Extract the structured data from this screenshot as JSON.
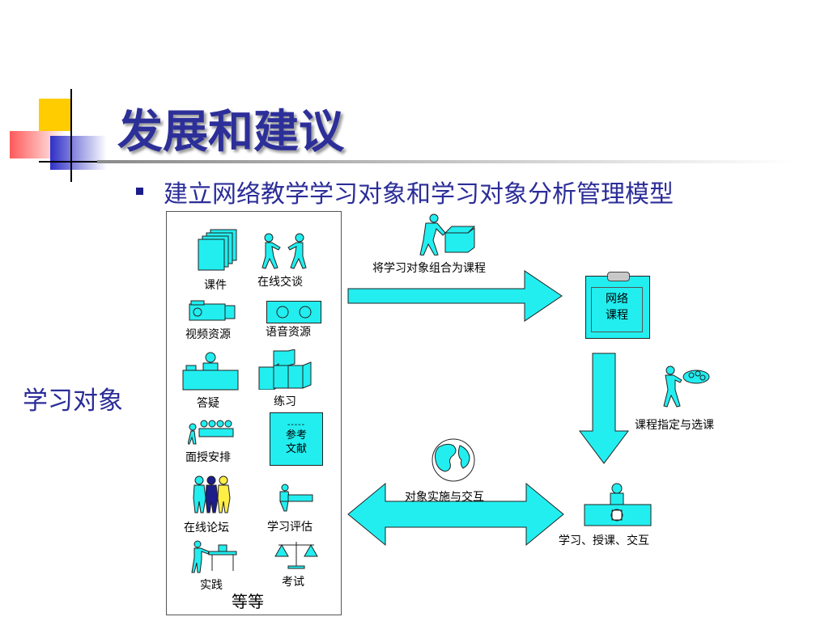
{
  "header": {
    "title": "发展和建议",
    "subtitle": "建立网络教学学习对象和学习对象分析管理模型"
  },
  "side_label": "学习对象",
  "objects": {
    "courseware": "课件",
    "online_chat": "在线交谈",
    "video": "视频资源",
    "audio": "语音资源",
    "qa": "答疑",
    "practice": "练习",
    "face_to_face": "面授安排",
    "reference": "参考文献",
    "reference_line1": "参考",
    "reference_line2": "文献",
    "forum": "在线论坛",
    "assessment": "学习评估",
    "lab": "实践",
    "exam": "考试",
    "etc": "等等"
  },
  "flow": {
    "combine_label": "将学习对象组合为课程",
    "network_course_line1": "网络",
    "network_course_line2": "课程",
    "assign_label": "课程指定与选课",
    "implement_label": "对象实施与交互",
    "learn_label": "学习、授课、交互"
  },
  "colors": {
    "title": "#2d2f99",
    "accent_cyan": "#22eef0",
    "deco_yellow": "#ffcc00",
    "deco_red": "#ff5555",
    "deco_blue": "#3333cc"
  }
}
